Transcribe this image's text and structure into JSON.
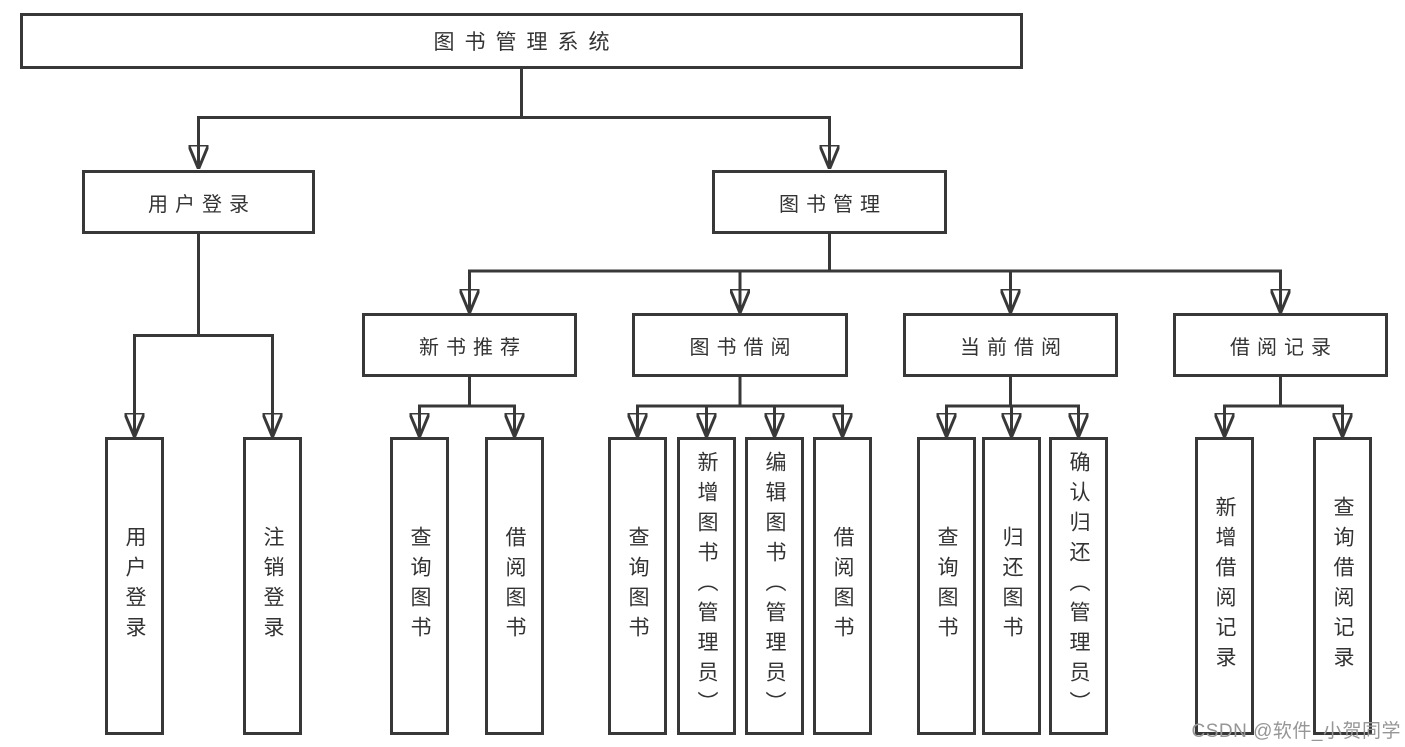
{
  "tree": {
    "root": "图书管理系统",
    "children": [
      {
        "label": "用户登录",
        "children": [
          "用户登录",
          "注销登录"
        ]
      },
      {
        "label": "图书管理",
        "children": [
          {
            "label": "新书推荐",
            "children": [
              "查询图书",
              "借阅图书"
            ]
          },
          {
            "label": "图书借阅",
            "children": [
              "查询图书",
              "新增图书（管理员）",
              "编辑图书（管理员）",
              "借阅图书"
            ]
          },
          {
            "label": "当前借阅",
            "children": [
              "查询图书",
              "归还图书",
              "确认归还（管理员）"
            ]
          },
          {
            "label": "借阅记录",
            "children": [
              "新增借阅记录",
              "查询借阅记录"
            ]
          }
        ]
      }
    ]
  },
  "watermark": "CSDN @软件_小贺同学",
  "colors": {
    "line": "#383838",
    "text": "#333333",
    "wm": "#969696",
    "bg": "#ffffff"
  }
}
